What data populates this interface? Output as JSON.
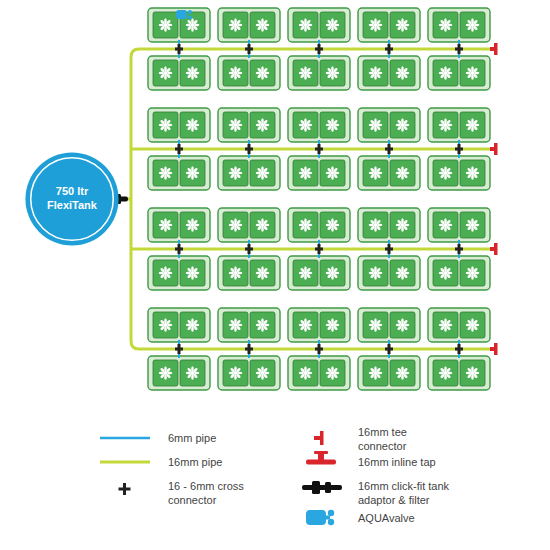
{
  "diagram": {
    "nodes": [
      {
        "text": [
          "750 ltr FlexiTank"
        ]
      }
    ],
    "legend": [
      {
        "text": "6mm pipe"
      },
      {
        "text": "16mm pipe"
      },
      {
        "text": "16 - 6mm cross connector"
      },
      {
        "text": "16mm tee connector"
      },
      {
        "text": "16mm inline tap"
      },
      {
        "text": "16mm click-fit tank adaptor & filter"
      },
      {
        "text": "AQUAvalve"
      }
    ]
  }
}
